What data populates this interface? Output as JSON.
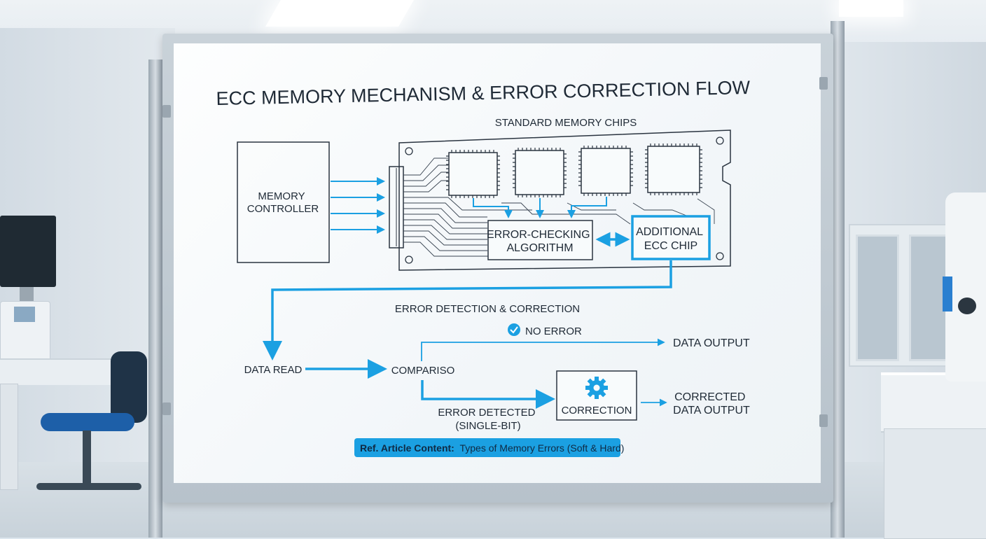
{
  "title": "ECC MEMORY MECHANISM & ERROR CORRECTION FLOW",
  "module": {
    "chips_label": "STANDARD MEMORY CHIPS",
    "controller_label": [
      "MEMORY",
      "CONTROLLER"
    ],
    "algorithm_label": [
      "ERROR-CHECKING",
      "ALGORITHM"
    ],
    "ecc_chip_label": [
      "ADDITIONAL",
      "ECC CHIP"
    ]
  },
  "flow": {
    "section_title": "ERROR DETECTION & CORRECTION",
    "data_read": "DATA READ",
    "comparison": "COMPARISO",
    "no_error": "NO ERROR",
    "data_output": "DATA OUTPUT",
    "error_detected": [
      "ERROR DETECTED",
      "(SINGLE-BIT)"
    ],
    "correction": "CORRECTION",
    "corrected_output": [
      "CORRECTED",
      "DATA OUTPUT"
    ]
  },
  "reference": {
    "prefix": "Ref. Article Content:",
    "text": "Types of Memory Errors (Soft & Hard)"
  },
  "colors": {
    "accent": "#1ba0e2",
    "ink": "#1f2a36",
    "board": "#f6f9fb"
  },
  "icons": [
    "check-icon",
    "gear-icon"
  ]
}
